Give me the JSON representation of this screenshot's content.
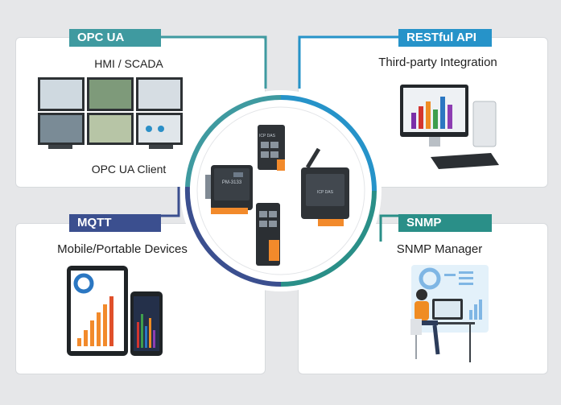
{
  "colors": {
    "opc_ua": "#3f9aa0",
    "restful": "#2693c9",
    "mqtt": "#3b4f8f",
    "snmp": "#2a8f88",
    "background": "#e6e7e9"
  },
  "sections": {
    "opc_ua": {
      "tag": "OPC UA",
      "top_label": "HMI / SCADA",
      "bottom_label": "OPC UA Client",
      "icon": "monitor-wall-icon"
    },
    "restful": {
      "tag": "RESTful API",
      "label": "Third-party Integration",
      "icon": "desktop-computer-icon"
    },
    "mqtt": {
      "tag": "MQTT",
      "label": "Mobile/Portable Devices",
      "icon": "tablet-phone-icon"
    },
    "snmp": {
      "tag": "SNMP",
      "label": "SNMP Manager",
      "icon": "person-at-desk-icon"
    }
  },
  "center": {
    "icon": "industrial-gateway-devices-icon",
    "device_labels": [
      "PM-3133",
      "ICP DAS",
      "ICP DAS"
    ]
  }
}
